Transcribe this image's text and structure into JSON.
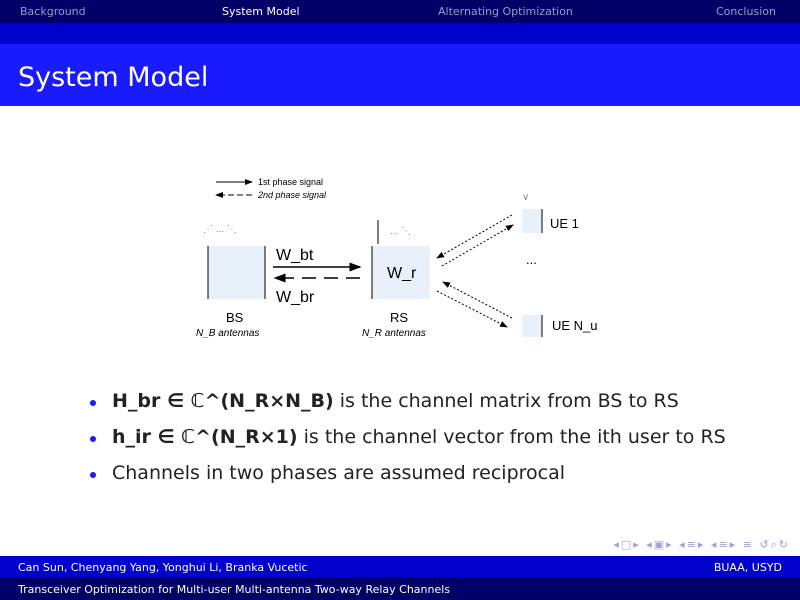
{
  "nav": {
    "items": [
      "Background",
      "System Model",
      "Alternating Optimization",
      "Conclusion"
    ],
    "active": 1
  },
  "title": "System Model",
  "diagram": {
    "legend": [
      "1st phase signal",
      "2nd phase signal"
    ],
    "bs_label": "BS",
    "bs_antennas": "N_B antennas",
    "rs_label": "RS",
    "rs_antennas": "N_R antennas",
    "w_bt": "W_bt",
    "w_br": "W_br",
    "w_r": "W_r",
    "ue1": "UE 1",
    "uen": "UE N_u",
    "dots": "..."
  },
  "bullets": [
    {
      "math": "H_br ∈ ℂ^(N_R×N_B)",
      "text": "is the channel matrix from BS to RS"
    },
    {
      "math": "h_ir ∈ ℂ^(N_R×1)",
      "text": "is the channel vector from the ith user to RS"
    },
    {
      "math": "",
      "text": "Channels in two phases are assumed reciprocal"
    }
  ],
  "footer": {
    "authors": "Can Sun, Chenyang Yang, Yonghui Li, Branka Vucetic",
    "affiliation": "BUAA, USYD",
    "talk_title": "Transceiver Optimization for Multi-user Multi-antenna Two-way Relay Channels"
  },
  "colors": {
    "dark": "#000066",
    "mid": "#0000cc",
    "title": "#1a1aff"
  }
}
